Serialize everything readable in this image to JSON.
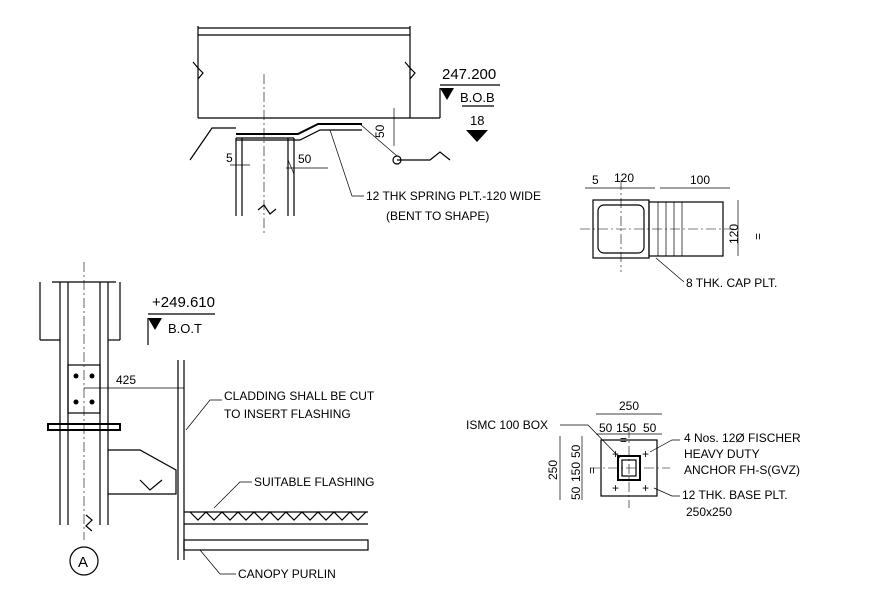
{
  "top_detail": {
    "level_value": "247.200",
    "level_label": "B.O.B",
    "section_mark": "18",
    "dim_5": "5",
    "dim_50_left": "50",
    "dim_50_right": "50",
    "note_line1": "12 THK SPRING PLT.-120 WIDE",
    "note_line2": "(BENT TO SHAPE)"
  },
  "cap_plate_detail": {
    "dim_5": "5",
    "dim_120_top": "120",
    "dim_100": "100",
    "dim_120_side": "120",
    "equal_mark": "=",
    "note": "8 THK. CAP PLT."
  },
  "canopy_detail": {
    "level_value": "+249.610",
    "level_label": "B.O.T",
    "dim_425": "425",
    "note_cladding_line1": "CLADDING SHALL BE CUT",
    "note_cladding_line2": "TO INSERT FLASHING",
    "note_flashing": "SUITABLE FLASHING",
    "note_purlin": "CANOPY PURLIN",
    "grid_label": "A"
  },
  "base_plate_detail": {
    "dim_250_top": "250",
    "dim_50_a": "50",
    "dim_150_top": "150",
    "dim_50_b": "50",
    "dim_250_side": "250",
    "dim_50_c": "50",
    "dim_150_side": "150",
    "dim_50_d": "50",
    "equal_mark": "=",
    "note_box": "ISMC 100 BOX",
    "note_anchor_line1": "4 Nos. 12Ø FISCHER",
    "note_anchor_line2": "HEAVY DUTY",
    "note_anchor_line3": "ANCHOR FH-S(GVZ)",
    "note_plate_line1": "12 THK. BASE PLT.",
    "note_plate_line2": "250x250"
  }
}
